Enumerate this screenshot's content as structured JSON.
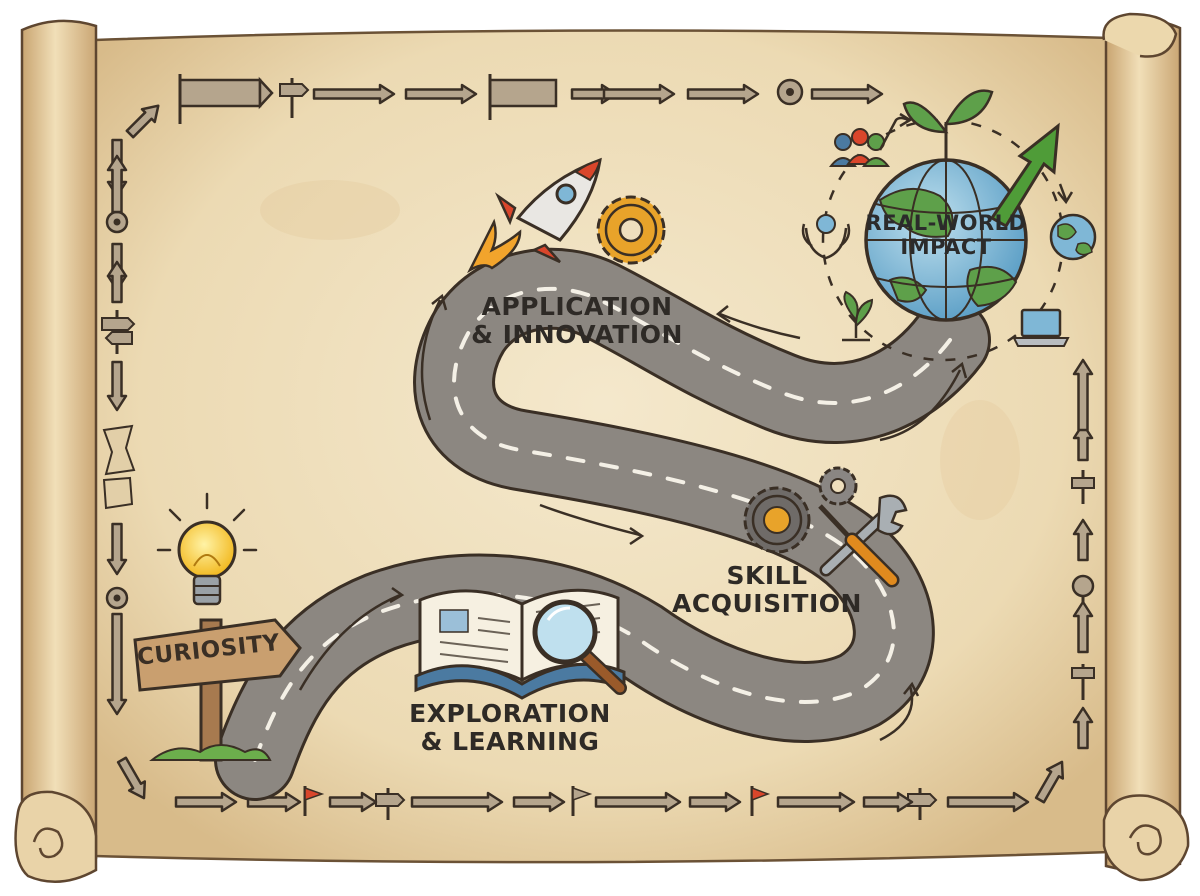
{
  "stages": {
    "start": {
      "text": "CURIOSITY"
    },
    "exploration": {
      "line1": "EXPLORATION",
      "line2": "& LEARNING"
    },
    "skill": {
      "line1": "SKILL",
      "line2": "ACQUISITION"
    },
    "application": {
      "line1": "APPLICATION",
      "line2": "& INNOVATION"
    },
    "impact": {
      "line1": "REAL-WORLD",
      "line2": "IMPACT"
    }
  },
  "colors": {
    "parchment": "#efdfbd",
    "parchment_edge": "#c9a97a",
    "road": "#8c8781",
    "road_dash": "#f4f0e6",
    "outline": "#3a2f25",
    "arrow_fill": "#b5a58d",
    "rocket_red": "#d9462b",
    "gear_orange": "#e8a32a",
    "globe_blue": "#7fb7d6",
    "globe_green": "#5ea04a",
    "growth_arrow": "#4f9c38",
    "bulb_yellow": "#f6c928"
  },
  "icons": [
    "scroll-icon",
    "signpost-icon",
    "lightbulb-icon",
    "book-icon",
    "magnifier-icon",
    "gear-icon",
    "wrench-icon",
    "screwdriver-icon",
    "rocket-icon",
    "globe-icon",
    "sprout-icon",
    "growth-arrow-icon",
    "people-icon",
    "hands-icon",
    "earth-icon",
    "plant-icon",
    "laptop-icon",
    "flag-icon",
    "milestone-icon"
  ]
}
